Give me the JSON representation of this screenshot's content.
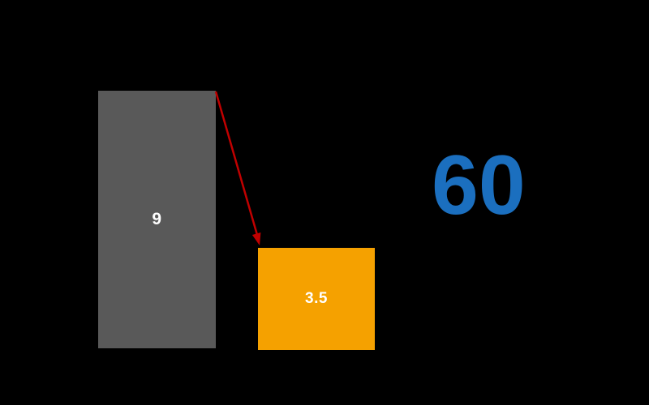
{
  "canvas": {
    "background": "#000000"
  },
  "chart_data": {
    "type": "bar",
    "categories": [
      "bar-1",
      "bar-2"
    ],
    "values": [
      9,
      3.5
    ],
    "bar_labels": [
      "9",
      "3.5"
    ],
    "bar_colors": [
      "#595959",
      "#F5A100"
    ],
    "label_text_color": "#FFFFFF",
    "title": "",
    "xlabel": "",
    "ylabel": "",
    "grid": false,
    "legend": false,
    "background": "#000000",
    "arrow": {
      "meaning": "decrease from 9 to 3.5",
      "color": "#C00000"
    },
    "annotations": [
      {
        "text": "60",
        "color": "#1B6FBF",
        "position": "right-of-bars"
      }
    ]
  },
  "bars": {
    "gray": {
      "label": "9",
      "color": "#595959",
      "text_color": "#FFFFFF"
    },
    "orange": {
      "label": "3.5",
      "color": "#F5A100",
      "text_color": "#FFFFFF"
    }
  },
  "arrow": {
    "color": "#C00000"
  },
  "annotation": {
    "text": "60",
    "color": "#1B6FBF"
  }
}
